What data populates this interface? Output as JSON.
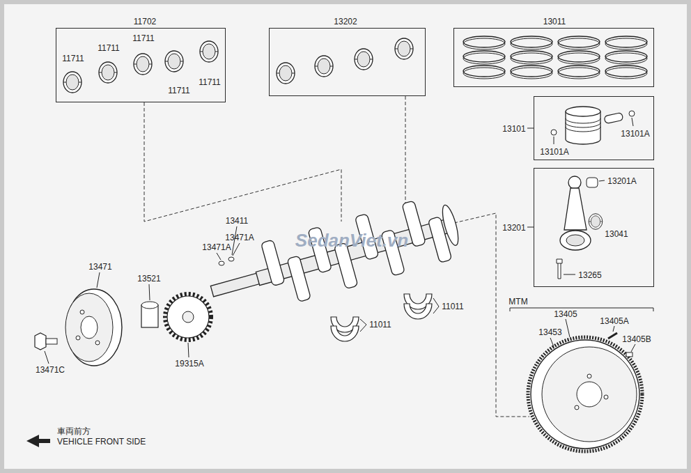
{
  "diagram": {
    "nodes": [
      {
        "text": [
          "11702",
          "11711",
          "11711",
          "11711",
          "11711",
          "11711"
        ]
      },
      {
        "text": [
          "13202"
        ]
      },
      {
        "text": [
          "13011"
        ]
      },
      {
        "text": [
          "13101",
          "13101A",
          "13101A"
        ]
      },
      {
        "text": [
          "13201",
          "13201A",
          "13041",
          "13265"
        ]
      }
    ],
    "edges": [],
    "labels": [
      "13411",
      "13471A",
      "13471A",
      "13471",
      "13521",
      "13471C",
      "19315A",
      "11011",
      "11011",
      "MTM",
      "13405",
      "13453",
      "13405A",
      "13405B",
      "車両前方",
      "VEHICLE FRONT SIDE",
      "SedanViet.vn"
    ]
  }
}
